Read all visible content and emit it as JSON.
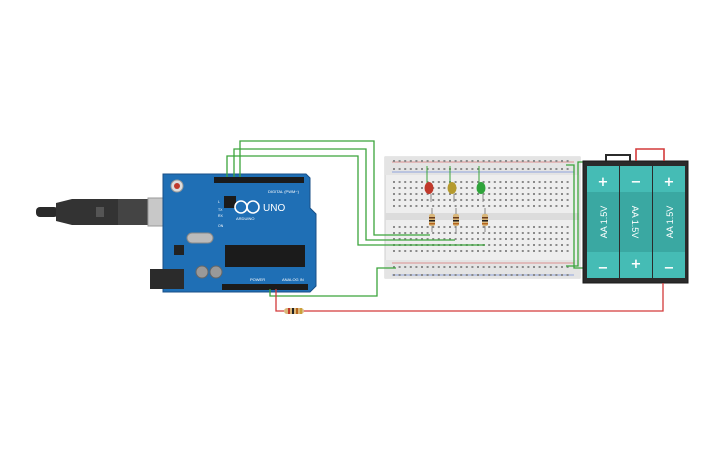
{
  "arduino": {
    "logo_text": "UNO",
    "brand_text": "ARDUINO",
    "digital_label": "DIGITAL (PWM~)",
    "power_label": "POWER",
    "analog_label": "ANALOG IN",
    "tx_label": "TX",
    "rx_label": "RX",
    "l_label": "L",
    "on_label": "ON"
  },
  "battery": {
    "cells": [
      {
        "label": "AA 1.5V",
        "top_sign": "+",
        "bottom_sign": "−"
      },
      {
        "label": "AA 1.5V",
        "top_sign": "−",
        "bottom_sign": "+"
      },
      {
        "label": "AA 1.5V",
        "top_sign": "+",
        "bottom_sign": "−"
      }
    ]
  },
  "leds": [
    {
      "color_name": "red",
      "color": "#c0392b"
    },
    {
      "color_name": "yellow",
      "color": "#b59a2e"
    },
    {
      "color_name": "green",
      "color": "#2ea33a"
    }
  ],
  "colors": {
    "board": "#1f6fb5",
    "wire_green": "#3ba43b",
    "wire_red": "#d33a3a",
    "breadboard": "#eeeeee",
    "battery_case": "#2b2b2b",
    "battery_cell": "#3aa8a2"
  }
}
